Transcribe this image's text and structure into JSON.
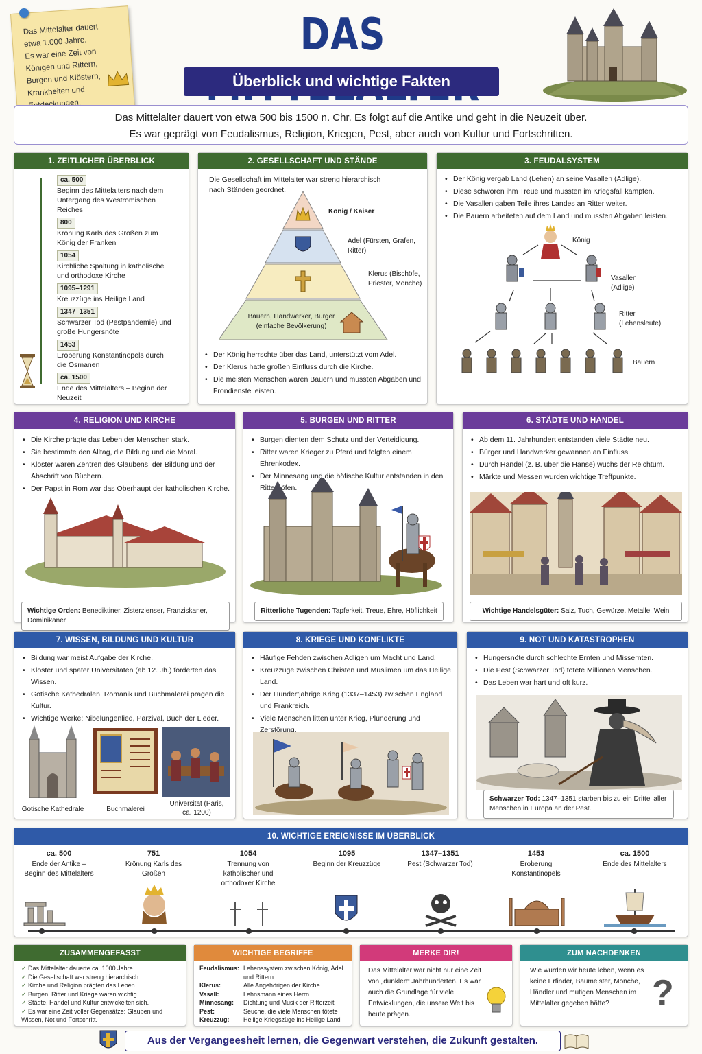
{
  "note": [
    "Das Mittelalter dauert",
    "etwa 1.000 Jahre.",
    "Es war eine Zeit von",
    "Königen und Rittern,",
    "Burgen und Klöstern,",
    "Krankheiten und",
    "Entdeckungen."
  ],
  "title": "DAS MITTELALTER",
  "subtitle": "Überblick und wichtige Fakten",
  "intro": [
    "Das Mittelalter dauert von etwa 500 bis 1500 n. Chr. Es folgt auf die Antike und geht in die Neuzeit über.",
    "Es war geprägt von Feudalismus, Religion, Kriegen, Pest, aber auch von Kultur und Fortschritten."
  ],
  "s1": {
    "title": "1. ZEITLICHER ÜBERBLICK",
    "items": [
      {
        "date": "ca. 500",
        "text": "Beginn des Mittelalters nach dem Untergang des Weströmischen Reiches"
      },
      {
        "date": "800",
        "text": "Krönung Karls des Großen zum König der Franken"
      },
      {
        "date": "1054",
        "text": "Kirchliche Spaltung in katholische und orthodoxe Kirche"
      },
      {
        "date": "1095–1291",
        "text": "Kreuzzüge ins Heilige Land"
      },
      {
        "date": "1347–1351",
        "text": "Schwarzer Tod (Pestpandemie) und große Hungersnöte"
      },
      {
        "date": "1453",
        "text": "Eroberung Konstantinopels durch die Osmanen"
      },
      {
        "date": "ca. 1500",
        "text": "Ende des Mittelalters – Beginn der Neuzeit"
      }
    ]
  },
  "s2": {
    "title": "2. GESELLSCHAFT UND STÄNDE",
    "intro": "Die Gesellschaft im Mittelalter war streng hierarchisch nach Ständen geordnet.",
    "levels": [
      "König / Kaiser",
      "Adel (Fürsten, Grafen, Ritter)",
      "Klerus (Bischöfe, Priester, Mönche)",
      "Bauern, Handwerker, Bürger (einfache Bevölkerung)"
    ],
    "bullets": [
      "Der König herrschte über das Land, unterstützt vom Adel.",
      "Der Klerus hatte großen Einfluss durch die Kirche.",
      "Die meisten Menschen waren Bauern und mussten Abgaben und Frondienste leisten."
    ]
  },
  "s3": {
    "title": "3. FEUDALSYSTEM",
    "bullets": [
      "Der König vergab Land (Lehen) an seine Vasallen (Adlige).",
      "Diese schworen ihm Treue und mussten im Kriegsfall kämpfen.",
      "Die Vasallen gaben Teile ihres Landes an Ritter weiter.",
      "Die Bauern arbeiteten auf dem Land und mussten Abgaben leisten."
    ],
    "labels": [
      "König",
      "Vasallen (Adlige)",
      "Ritter (Lehensleute)",
      "Bauern"
    ]
  },
  "s4": {
    "title": "4. RELIGION UND KIRCHE",
    "bullets": [
      "Die Kirche prägte das Leben der Menschen stark.",
      "Sie bestimmte den Alltag, die Bildung und die Moral.",
      "Klöster waren Zentren des Glaubens, der Bildung und der Abschrift von Büchern.",
      "Der Papst in Rom war das Oberhaupt der katholischen Kirche."
    ],
    "key": "Wichtige Orden:",
    "val": "Benediktiner, Zisterzienser, Franziskaner, Dominikaner"
  },
  "s5": {
    "title": "5. BURGEN UND RITTER",
    "bullets": [
      "Burgen dienten dem Schutz und der Verteidigung.",
      "Ritter waren Krieger zu Pferd und folgten einem Ehrenkodex.",
      "Der Minnesang und die höfische Kultur entstanden in den Ritterhöfen."
    ],
    "key": "Ritterliche Tugenden:",
    "val": "Tapferkeit, Treue, Ehre, Höflichkeit"
  },
  "s6": {
    "title": "6. STÄDTE UND HANDEL",
    "bullets": [
      "Ab dem 11. Jahrhundert entstanden viele Städte neu.",
      "Bürger und Handwerker gewannen an Einfluss.",
      "Durch Handel (z. B. über die Hanse) wuchs der Reichtum.",
      "Märkte und Messen wurden wichtige Treffpunkte."
    ],
    "key": "Wichtige Handelsgüter:",
    "val": "Salz, Tuch, Gewürze, Metalle, Wein"
  },
  "s7": {
    "title": "7. WISSEN, BILDUNG UND KULTUR",
    "bullets": [
      "Bildung war meist Aufgabe der Kirche.",
      "Klöster und später Universitäten (ab 12. Jh.) förderten das Wissen.",
      "Gotische Kathedralen, Romanik und Buchmalerei prägen die Kultur.",
      "Wichtige Werke: Nibelungenlied, Parzival, Buch der Lieder."
    ],
    "caps": [
      "Gotische Kathedrale",
      "Buchmalerei",
      "Universität (Paris, ca. 1200)"
    ]
  },
  "s8": {
    "title": "8. KRIEGE UND KONFLIKTE",
    "bullets": [
      "Häufige Fehden zwischen Adligen um Macht und Land.",
      "Kreuzzüge zwischen Christen und Muslimen um das Heilige Land.",
      "Der Hundertjährige Krieg (1337–1453) zwischen England und Frankreich.",
      "Viele Menschen litten unter Krieg, Plünderung und Zerstörung."
    ]
  },
  "s9": {
    "title": "9. NOT UND KATASTROPHEN",
    "bullets": [
      "Hungersnöte durch schlechte Ernten und Missernten.",
      "Die Pest (Schwarzer Tod) tötete Millionen Menschen.",
      "Das Leben war hart und oft kurz."
    ],
    "key": "Schwarzer Tod:",
    "val": "1347–1351 starben bis zu ein Drittel aller Menschen in Europa an der Pest."
  },
  "s10": {
    "title": "10. WICHTIGE EREIGNISSE IM ÜBERBLICK",
    "events": [
      {
        "date": "ca. 500",
        "text": "Ende der Antike – Beginn des Mittelalters"
      },
      {
        "date": "751",
        "text": "Krönung Karls des Großen"
      },
      {
        "date": "1054",
        "text": "Trennung von katholischer und orthodoxer Kirche"
      },
      {
        "date": "1095",
        "text": "Beginn der Kreuzzüge"
      },
      {
        "date": "1347–1351",
        "text": "Pest (Schwarzer Tod)"
      },
      {
        "date": "1453",
        "text": "Eroberung Konstantinopels"
      },
      {
        "date": "ca. 1500",
        "text": "Ende des Mittelalters"
      }
    ]
  },
  "sum": {
    "title": "ZUSAMMENGEFASST",
    "items": [
      "Das Mittelalter dauerte ca. 1000 Jahre.",
      "Die Gesellschaft war streng hierarchisch.",
      "Kirche und Religion prägten das Leben.",
      "Burgen, Ritter und Kriege waren wichtig.",
      "Städte, Handel und Kultur entwickelten sich.",
      "Es war eine Zeit voller Gegensätze: Glauben und Wissen, Not und Fortschritt."
    ]
  },
  "terms": {
    "title": "WICHTIGE BEGRIFFE",
    "rows": [
      [
        "Feudalismus:",
        "Lehenssystem zwischen König, Adel und Rittern"
      ],
      [
        "Klerus:",
        "Alle Angehörigen der Kirche"
      ],
      [
        "Vasall:",
        "Lehnsmann eines Herrn"
      ],
      [
        "Minnesang:",
        "Dichtung und Musik der Ritterzeit"
      ],
      [
        "Pest:",
        "Seuche, die viele Menschen tötete"
      ],
      [
        "Kreuzzug:",
        "Heilige Kriegszüge ins Heilige Land"
      ]
    ]
  },
  "merke": {
    "title": "MERKE DIR!",
    "text": "Das Mittelalter war nicht nur eine Zeit von „dunklen“ Jahrhunderten. Es war auch die Grundlage für viele Entwicklungen, die unsere Welt bis heute prägen."
  },
  "think": {
    "title": "ZUM NACHDENKEN",
    "text": "Wie würden wir heute leben, wenn es keine Erfinder, Baumeister, Mönche, Händler und mutigen Menschen im Mittelalter gegeben hätte?"
  },
  "footer": "Aus der Vergangeesheit lernen, die Gegenwart verstehen, die Zukunft gestalten.",
  "colors": {
    "green": "#3f6b30",
    "purple": "#6b3c9a",
    "blue": "#2f5aa8",
    "navy": "#2c2a7e",
    "orange": "#e08a3c",
    "pink": "#d23a7a",
    "teal": "#2f8f8f"
  }
}
